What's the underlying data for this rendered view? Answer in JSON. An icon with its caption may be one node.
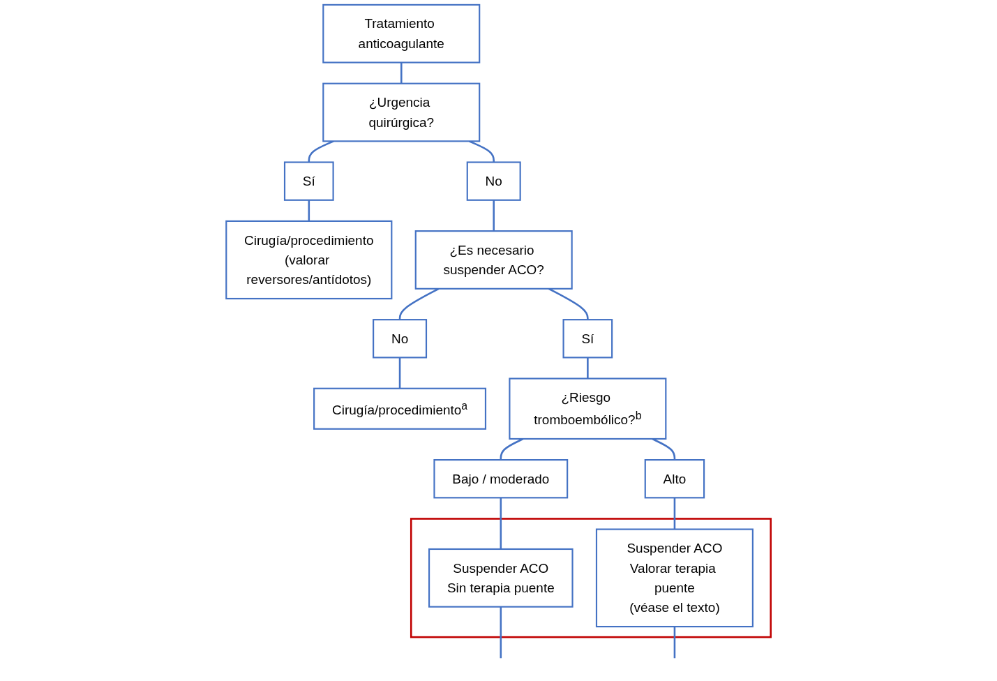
{
  "diagram": {
    "nodes": [
      {
        "text": [
          "Tratamiento anticoagulante"
        ]
      },
      {
        "text": [
          "¿Urgencia quirúrgica?"
        ]
      },
      {
        "text": [
          "Sí"
        ]
      },
      {
        "text": [
          "Cirugía/procedimiento",
          "(valorar reversores/antídotos)"
        ]
      },
      {
        "text": [
          "No"
        ]
      },
      {
        "text": [
          "¿Es necesario suspender ACO?"
        ]
      },
      {
        "text": [
          "No"
        ]
      },
      {
        "text": [
          "Cirugía/procedimiento$^{a}$"
        ]
      },
      {
        "text": [
          "Sí"
        ]
      },
      {
        "text": [
          "¿Riesgo tromboembólico?$^{b}$"
        ]
      },
      {
        "text": [
          "Bajo / moderado"
        ]
      },
      {
        "text": [
          "Alto"
        ]
      },
      {
        "text": [],
        "shape": "box"
      },
      {
        "text": [
          "Suspender ACO",
          "Sin terapia puente"
        ],
        "in": 12
      },
      {
        "text": [
          "Suspender ACO",
          "Valorar terapia puente",
          "(véase el texto)"
        ],
        "in": 12
      }
    ],
    "edges": [
      {
        "from": 0,
        "to": 1,
        "arrow": "none"
      },
      {
        "from": 1,
        "to": 2,
        "arrow": "none"
      },
      {
        "from": 2,
        "to": 3,
        "arrow": "none"
      },
      {
        "from": 1,
        "to": 4,
        "arrow": "none"
      },
      {
        "from": 4,
        "to": 5,
        "arrow": "none"
      },
      {
        "from": 5,
        "to": 6,
        "arrow": "none"
      },
      {
        "from": 6,
        "to": 7,
        "arrow": "none"
      },
      {
        "from": 5,
        "to": 8,
        "arrow": "none"
      },
      {
        "from": 8,
        "to": 9,
        "arrow": "none"
      },
      {
        "from": 9,
        "to": 10,
        "arrow": "none"
      },
      {
        "from": 9,
        "to": 11,
        "arrow": "none"
      },
      {
        "from": 10,
        "to": 13,
        "arrow": "none"
      },
      {
        "from": 11,
        "to": 14,
        "arrow": "none"
      },
      {
        "from": 13,
        "to": null,
        "arrow": "none"
      },
      {
        "from": 14,
        "to": null,
        "arrow": "none"
      }
    ]
  }
}
